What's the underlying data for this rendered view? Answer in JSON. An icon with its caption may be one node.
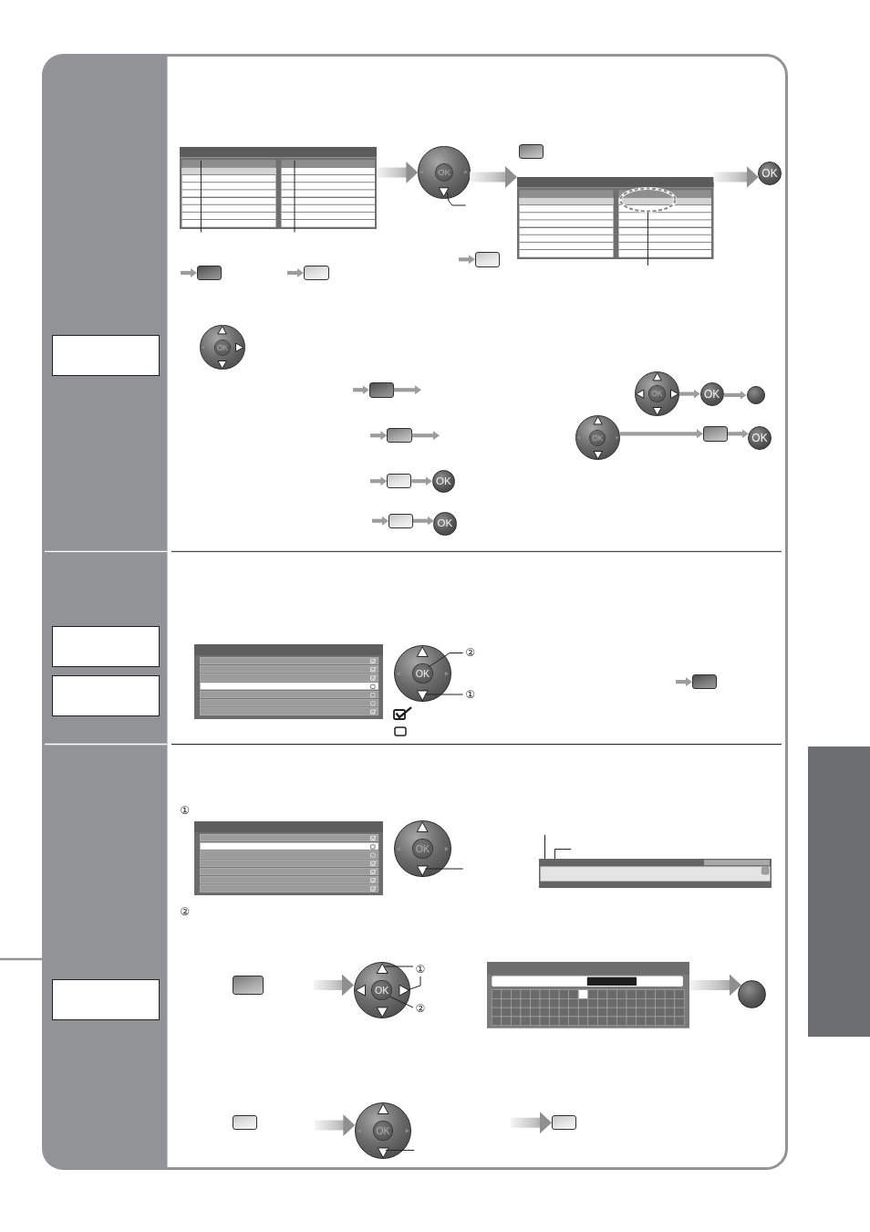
{
  "diagram": {
    "nodes": [
      {
        "text": [],
        "shape": "box"
      },
      {
        "text": [],
        "shape": "picture"
      },
      {
        "text": [
          "OK"
        ]
      },
      {
        "text": [],
        "shape": "box"
      },
      {
        "text": [],
        "shape": "picture"
      },
      {
        "text": [
          "OK"
        ]
      },
      {
        "text": [],
        "shape": "box"
      },
      {
        "text": [],
        "shape": "box"
      },
      {
        "text": [],
        "shape": "box"
      },
      {
        "text": [
          "OK"
        ]
      },
      {
        "text": [],
        "shape": "box"
      },
      {
        "text": [
          "OK"
        ]
      },
      {
        "text": [
          "OK"
        ]
      },
      {
        "text": [],
        "shape": "circle"
      },
      {
        "text": [],
        "shape": "box"
      },
      {
        "text": [
          "OK"
        ]
      },
      {
        "text": [],
        "shape": "box"
      },
      {
        "text": [
          "OK"
        ]
      },
      {
        "text": [],
        "shape": "box"
      },
      {
        "text": [
          "OK"
        ]
      },
      {
        "text": [],
        "shape": "box"
      },
      {
        "text": [
          "OK"
        ]
      },
      {
        "text": [],
        "shape": "box"
      },
      {
        "text": [],
        "shape": "box"
      },
      {
        "text": [],
        "shape": "picture"
      },
      {
        "text": [
          "OK"
        ]
      },
      {
        "text": [
          "②"
        ]
      },
      {
        "text": [
          "①"
        ]
      },
      {
        "text": [],
        "shape": "box"
      },
      {
        "text": [],
        "shape": "box"
      },
      {
        "text": [],
        "shape": "picture"
      },
      {
        "text": [
          "OK"
        ]
      },
      {
        "text": [],
        "shape": "picture"
      },
      {
        "text": [],
        "shape": "box"
      },
      {
        "text": [
          "OK"
        ]
      },
      {
        "text": [
          "①"
        ]
      },
      {
        "text": [
          "②"
        ]
      },
      {
        "text": [],
        "shape": "picture"
      },
      {
        "text": [],
        "shape": "circle"
      },
      {
        "text": [],
        "shape": "box"
      },
      {
        "text": [
          "OK"
        ]
      },
      {
        "text": [],
        "shape": "box"
      },
      {
        "text": [],
        "shape": "box"
      }
    ],
    "edges": [
      {
        "from": 1,
        "to": 2,
        "arrow": "to",
        "style": "thick"
      },
      {
        "from": 2,
        "to": 4,
        "arrow": "to",
        "style": "thick"
      },
      {
        "from": 4,
        "to": 5,
        "arrow": "to",
        "style": "thick"
      },
      {
        "from": null,
        "to": 1,
        "arrow": "none",
        "color": "#231f20"
      },
      {
        "from": null,
        "to": 1,
        "arrow": "none",
        "color": "#231f20"
      },
      {
        "from": null,
        "to": 2,
        "arrow": "none",
        "color": "#231f20"
      },
      {
        "from": null,
        "to": 4,
        "arrow": "none",
        "color": "#231f20"
      },
      {
        "from": null,
        "to": 6,
        "arrow": "to"
      },
      {
        "from": null,
        "to": 7,
        "arrow": "to"
      },
      {
        "from": null,
        "to": 8,
        "arrow": "to"
      },
      {
        "from": null,
        "to": 10,
        "arrow": "to"
      },
      {
        "from": 10,
        "to": null,
        "arrow": "to"
      },
      {
        "from": 11,
        "to": 12,
        "arrow": "to"
      },
      {
        "from": 12,
        "to": 13,
        "arrow": "to"
      },
      {
        "from": null,
        "to": 14,
        "arrow": "to"
      },
      {
        "from": 14,
        "to": null,
        "arrow": "to"
      },
      {
        "from": 15,
        "to": 16,
        "arrow": "to"
      },
      {
        "from": 16,
        "to": 17,
        "arrow": "to"
      },
      {
        "from": null,
        "to": 18,
        "arrow": "to"
      },
      {
        "from": 18,
        "to": 19,
        "arrow": "to"
      },
      {
        "from": null,
        "to": 20,
        "arrow": "to"
      },
      {
        "from": 20,
        "to": 21,
        "arrow": "to"
      },
      {
        "from": 26,
        "to": 25,
        "arrow": "none",
        "color": "#231f20"
      },
      {
        "from": 27,
        "to": 25,
        "arrow": "none",
        "color": "#231f20"
      },
      {
        "from": null,
        "to": 28,
        "arrow": "to"
      },
      {
        "from": null,
        "to": 31,
        "arrow": "none",
        "color": "#231f20"
      },
      {
        "from": null,
        "to": 32,
        "arrow": "none",
        "color": "#231f20"
      },
      {
        "from": null,
        "to": 32,
        "arrow": "none",
        "color": "#231f20"
      },
      {
        "from": null,
        "to": 34,
        "arrow": "to",
        "style": "thick"
      },
      {
        "from": 35,
        "to": 34,
        "arrow": "none",
        "color": "#231f20"
      },
      {
        "from": 36,
        "to": 34,
        "arrow": "none",
        "color": "#231f20"
      },
      {
        "from": 37,
        "to": 38,
        "arrow": "to",
        "style": "thick"
      },
      {
        "from": null,
        "to": 40,
        "arrow": "to",
        "style": "thick"
      },
      {
        "from": null,
        "to": 40,
        "arrow": "none",
        "color": "#231f20"
      },
      {
        "from": null,
        "to": 41,
        "arrow": "to",
        "style": "thick"
      }
    ],
    "labels": [
      "①",
      "②"
    ]
  }
}
